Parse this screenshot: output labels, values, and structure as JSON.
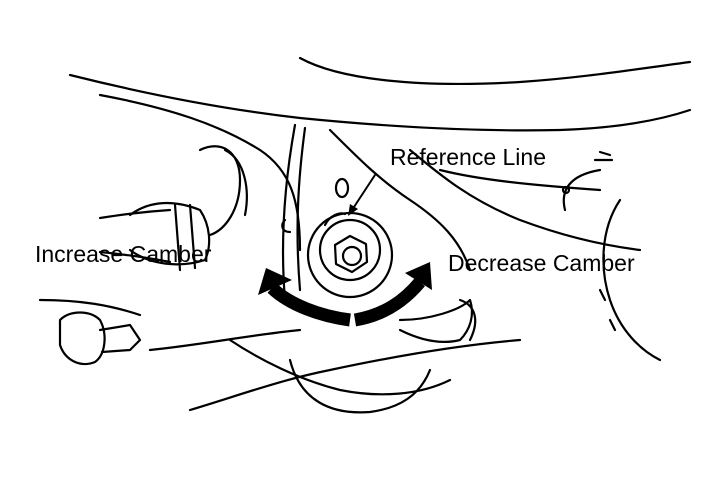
{
  "diagram": {
    "labels": {
      "reference_line": "Reference Line",
      "increase_camber": "Increase Camber",
      "decrease_camber": "Decrease Camber"
    },
    "colors": {
      "line": "#000000",
      "background": "#ffffff"
    }
  }
}
